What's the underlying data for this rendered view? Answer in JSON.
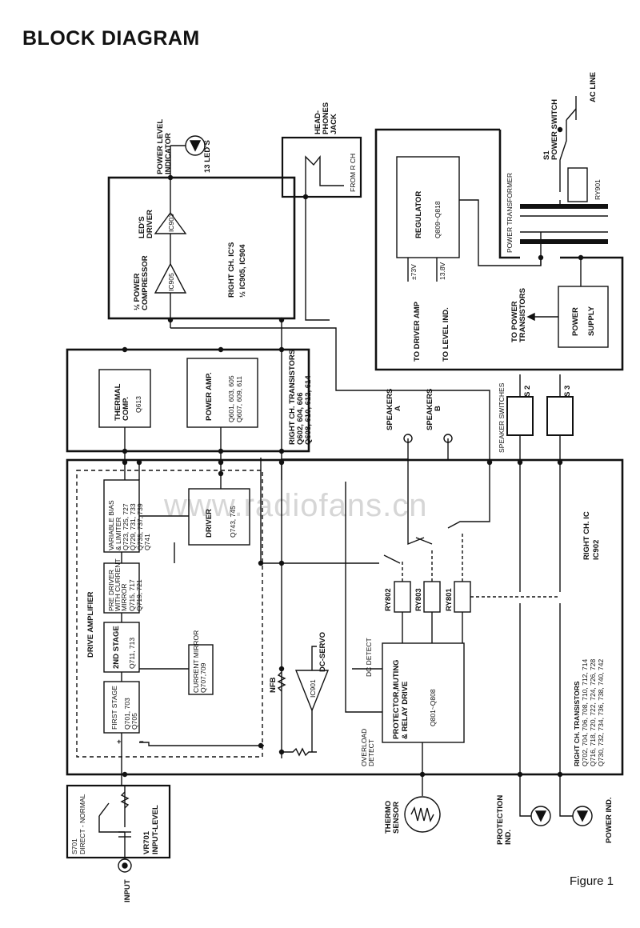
{
  "title": "BLOCK DIAGRAM",
  "figure_label": "Figure 1",
  "watermark": "www.radiofans.cn",
  "labels": {
    "power_level_indicator": [
      "POWER LEVEL",
      "INDICATOR"
    ],
    "leds_13": "13 LED'S",
    "leds_driver": [
      "LED'S",
      "DRIVER"
    ],
    "power_compressor": [
      "½ POWER",
      "COMPRESSOR"
    ],
    "ic903": "IC903",
    "ic905": "IC905",
    "right_ch_ics": [
      "RIGHT CH. IC'S",
      "½ IC905, IC904"
    ],
    "headphones_jack": [
      "HEAD-",
      "PHONES",
      "JACK"
    ],
    "from_r_ch": "FROM R CH",
    "regulator": "REGULATOR",
    "regulator_q": "Q809~Q818",
    "v73": "±73V",
    "v138": "13.8V",
    "to_driver_amp": "TO DRIVER AMP",
    "to_level_ind": "TO LEVEL IND.",
    "to_power_transistors": [
      "TO POWER",
      "TRANSISTORS"
    ],
    "power_supply": [
      "POWER",
      "SUPPLY"
    ],
    "power_transformer": "POWER TRANSFORMER",
    "s1_power_switch": [
      "S1",
      "POWER SWITCH"
    ],
    "ac_line": "AC LINE",
    "ry901": "RY901",
    "thermal_comp": [
      "THERMAL",
      "COMP."
    ],
    "q613": "Q613",
    "power_amp": "POWER AMP.",
    "power_amp_q": [
      "Q601, 603, 605",
      "Q607, 609, 611"
    ],
    "right_ch_transistors_top": [
      "RIGHT CH. TRANSISTORS",
      "Q602, 604, 606",
      "Q608, 610, 612, 614"
    ],
    "speakers_a": [
      "SPEAKERS",
      "A"
    ],
    "speakers_b": [
      "SPEAKERS",
      "B"
    ],
    "speaker_switches": "SPEAKER SWITCHES",
    "s2": "S 2",
    "s3": "S 3",
    "variable_bias": [
      "VARIABLE BIAS",
      "& LIMITER",
      "Q723, 725, 727",
      "Q729, 731, 733",
      "Q735, 737, 739",
      "Q741"
    ],
    "driver": "DRIVER",
    "driver_q": "Q743, 745",
    "pre_driver": [
      "PRE DRIVER",
      "WITH CURRENT",
      "MIRROR",
      "Q715, 717",
      "Q719, 721"
    ],
    "second_stage": "2ND STAGE",
    "second_stage_q": "Q711, 713",
    "current_mirror": [
      "CURRENT MIRROR",
      "Q707,709"
    ],
    "first_stage": "FIRST STAGE",
    "first_stage_q": [
      "Q701, 703",
      "Q705"
    ],
    "drive_amplifier": "DRIVE AMPLIFIER",
    "nfb": "NFB",
    "ic901": "IC901",
    "dc_servo": "DC-SERVO",
    "dc_detect": "DC DETECT",
    "overload_detect": [
      "OVERLOAD",
      "DETECT"
    ],
    "protector": [
      "PROTECTOR,MUTING",
      "& RELAY DRIVE"
    ],
    "protector_q": "Q801~Q808",
    "ry802": "RY802",
    "ry803": "RY803",
    "ry801": "RY801",
    "right_ch_ic": [
      "RIGHT CH. IC",
      "IC902"
    ],
    "right_ch_transistors_bottom": [
      "RIGHT CH. TRANSISTORS",
      "Q702, 704, 706, 708, 710, 712, 714",
      "Q716, 718, 720, 722, 724, 726, 728",
      "Q730, 732, 734, 736, 738, 740, 742"
    ],
    "thermo_sensor": [
      "THERMO",
      "SENSOR"
    ],
    "protection_ind": [
      "PROTECTION",
      "IND."
    ],
    "power_ind": "POWER IND.",
    "s701": [
      "S701",
      "DIRECT - NORMAL"
    ],
    "vr701": [
      "VR701",
      "INPUT-LEVEL"
    ],
    "input": "INPUT",
    "plus": "+",
    "minus": "−"
  }
}
